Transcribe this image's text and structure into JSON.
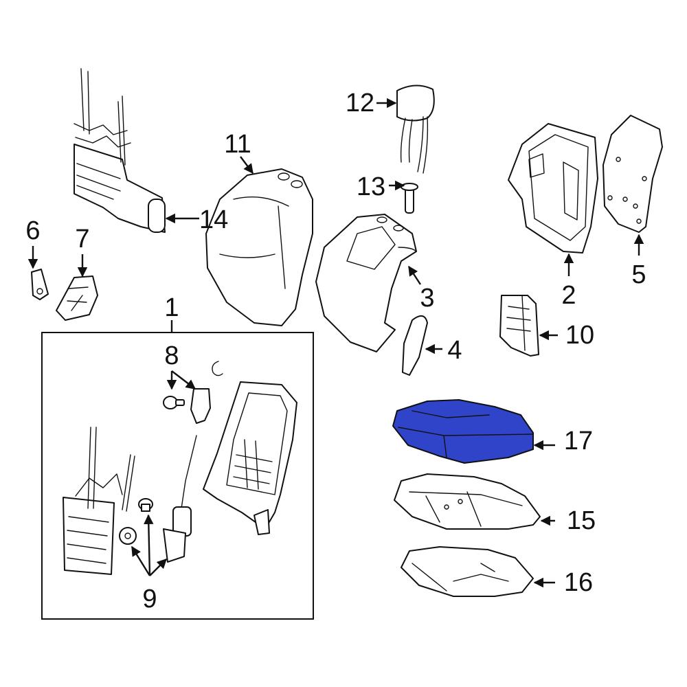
{
  "callouts": {
    "c1": "1",
    "c2": "2",
    "c3": "3",
    "c4": "4",
    "c5": "5",
    "c6": "6",
    "c7": "7",
    "c8": "8",
    "c9": "9",
    "c10": "10",
    "c11": "11",
    "c12": "12",
    "c13": "13",
    "c14": "14",
    "c15": "15",
    "c16": "16",
    "c17": "17"
  },
  "highlighted_part": "17",
  "colors": {
    "highlight": "#2f44c8",
    "line": "#111111",
    "background": "#ffffff"
  }
}
